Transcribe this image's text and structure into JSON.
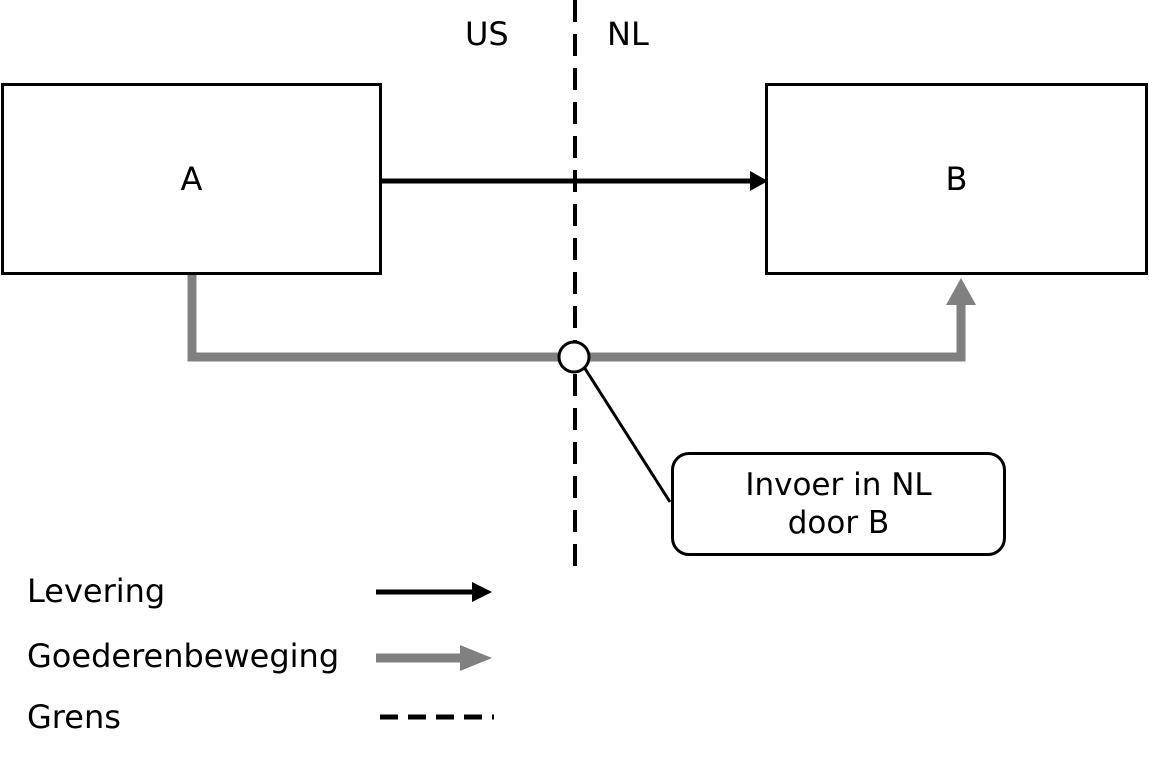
{
  "regions": {
    "left": "US",
    "right": "NL"
  },
  "nodes": {
    "a": "A",
    "b": "B"
  },
  "callout": {
    "line1": "Invoer in NL",
    "line2": "door B"
  },
  "legend": {
    "delivery": "Levering",
    "goods_movement": "Goederenbeweging",
    "border": "Grens"
  },
  "colors": {
    "delivery": "#000000",
    "goods_movement": "#808080",
    "border": "#000000"
  }
}
